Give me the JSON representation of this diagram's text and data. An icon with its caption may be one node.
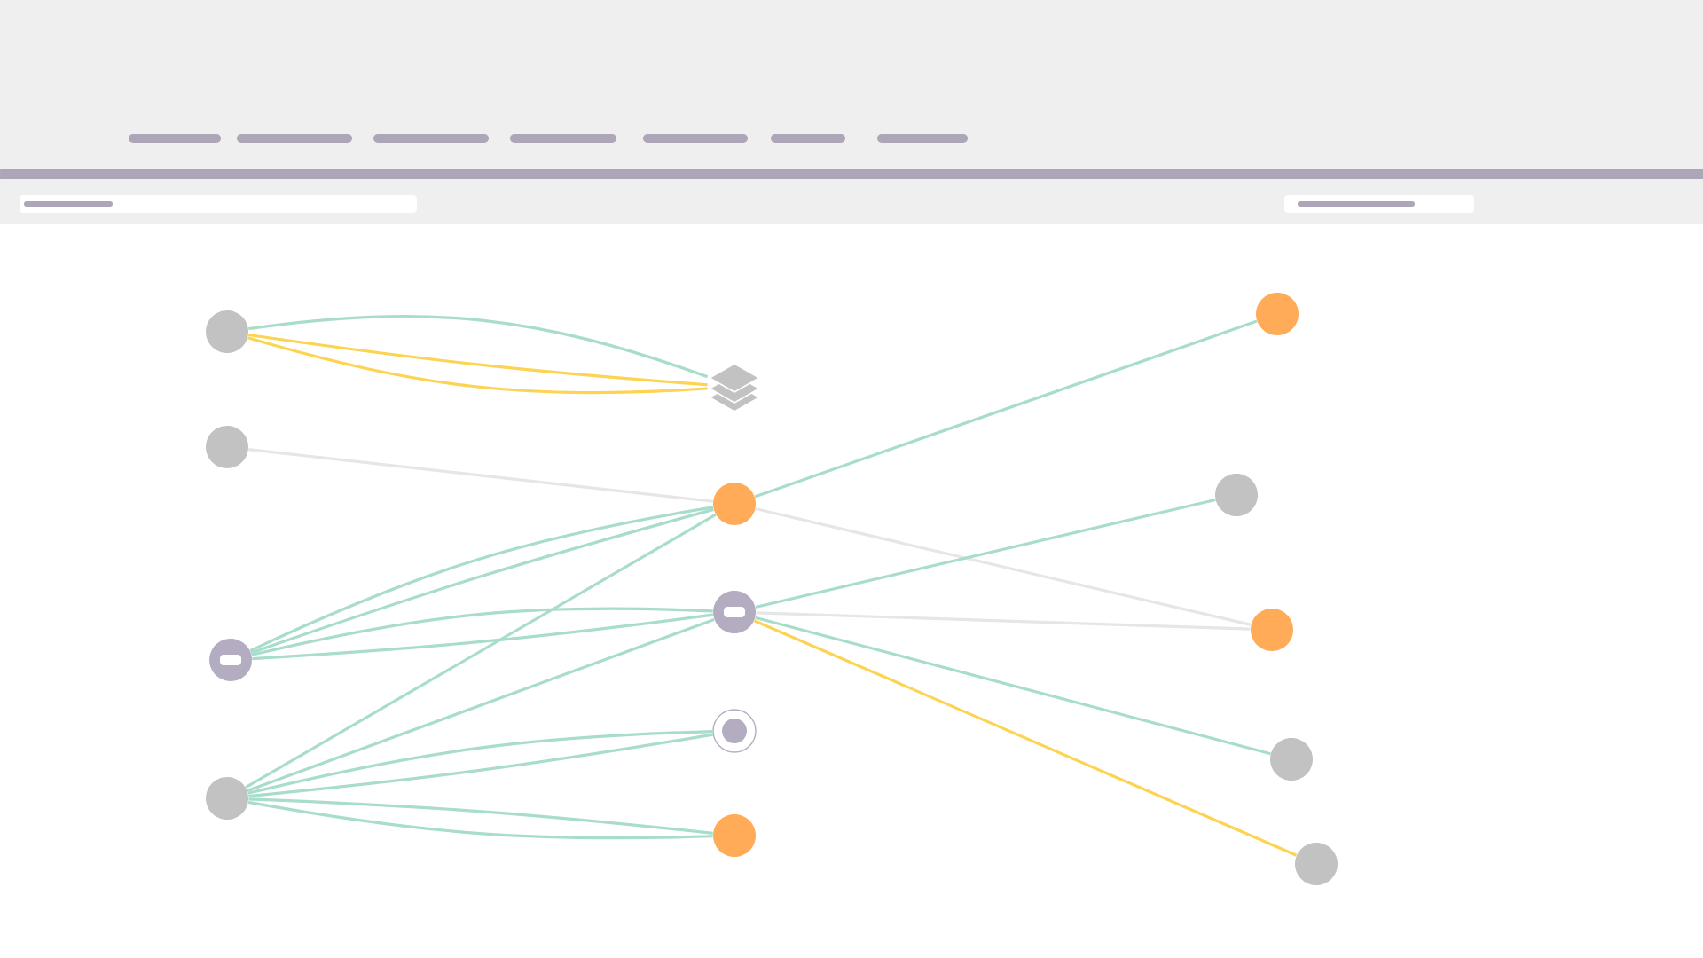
{
  "diagram": {
    "nodes": [
      {
        "text": [],
        "shape": "circle"
      },
      {
        "text": [],
        "shape": "circle"
      },
      {
        "text": [],
        "shape": "circle"
      },
      {
        "text": [],
        "shape": "circle"
      },
      {
        "text": [],
        "shape": "picture"
      },
      {
        "text": [],
        "shape": "circle"
      },
      {
        "text": [],
        "shape": "circle"
      },
      {
        "text": [],
        "shape": "circle"
      },
      {
        "text": [],
        "shape": "circle"
      },
      {
        "text": [],
        "shape": "circle"
      },
      {
        "text": [],
        "shape": "circle"
      },
      {
        "text": [],
        "shape": "circle"
      },
      {
        "text": [],
        "shape": "circle"
      },
      {
        "text": [],
        "shape": "circle"
      }
    ],
    "edges": [
      {
        "from": 0,
        "to": 4,
        "arrow": "none"
      },
      {
        "from": 0,
        "to": 4,
        "arrow": "none",
        "color": "#fdd352"
      },
      {
        "from": 0,
        "to": 4,
        "arrow": "none",
        "color": "#fdd352"
      },
      {
        "from": 1,
        "to": 5,
        "arrow": "none",
        "color": "#e6e6e6"
      },
      {
        "from": 2,
        "to": 5,
        "arrow": "none"
      },
      {
        "from": 2,
        "to": 5,
        "arrow": "none"
      },
      {
        "from": 2,
        "to": 6,
        "arrow": "none"
      },
      {
        "from": 2,
        "to": 6,
        "arrow": "none"
      },
      {
        "from": 3,
        "to": 5,
        "arrow": "none"
      },
      {
        "from": 3,
        "to": 6,
        "arrow": "none"
      },
      {
        "from": 3,
        "to": 7,
        "arrow": "none"
      },
      {
        "from": 3,
        "to": 7,
        "arrow": "none"
      },
      {
        "from": 3,
        "to": 8,
        "arrow": "none"
      },
      {
        "from": 3,
        "to": 8,
        "arrow": "none"
      },
      {
        "from": 5,
        "to": 9,
        "arrow": "none"
      },
      {
        "from": 5,
        "to": 11,
        "arrow": "none",
        "color": "#e6e6e6"
      },
      {
        "from": 6,
        "to": 10,
        "arrow": "none"
      },
      {
        "from": 6,
        "to": 11,
        "arrow": "none",
        "color": "#e6e6e6"
      },
      {
        "from": 6,
        "to": 12,
        "arrow": "none"
      },
      {
        "from": 6,
        "to": 13,
        "arrow": "none",
        "color": "#fdd352"
      }
    ]
  }
}
